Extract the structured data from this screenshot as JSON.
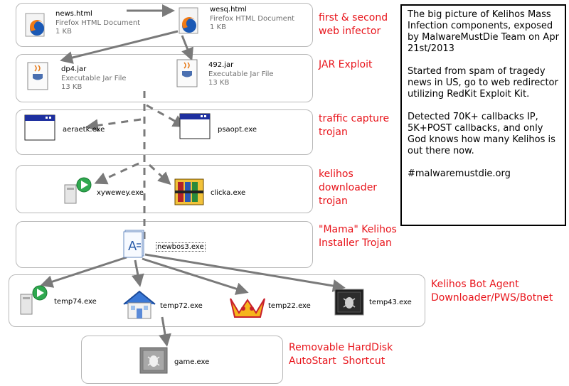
{
  "stages": [
    "first & second\nweb infector",
    "JAR Exploit",
    "traffic capture\ntrojan",
    "kelihos\ndownloader\ntrojan",
    "\"Mama\" Kelihos\nInstaller Trojan",
    "Kelihos Bot Agent\nDownloader/PWS/Botnet",
    "Removable HardDisk\nAutoStart  Shortcut"
  ],
  "files": {
    "news": {
      "name": "news.html",
      "type": "Firefox HTML Document",
      "size": "1 KB"
    },
    "wesq": {
      "name": "wesq.html",
      "type": "Firefox HTML Document",
      "size": "1 KB"
    },
    "dp4": {
      "name": "dp4.jar",
      "type": "Executable Jar File",
      "size": "13 KB"
    },
    "j492": {
      "name": "492.jar",
      "type": "Executable Jar File",
      "size": "13 KB"
    },
    "aeraetk": {
      "name": "aeraetk.exe"
    },
    "psaopt": {
      "name": "psaopt.exe"
    },
    "xywewey": {
      "name": "xywewey.exe"
    },
    "clicka": {
      "name": "clicka.exe"
    },
    "newbos3": {
      "name": "newbos3.exe"
    },
    "temp74": {
      "name": "temp74.exe"
    },
    "temp72": {
      "name": "temp72.exe"
    },
    "temp22": {
      "name": "temp22.exe"
    },
    "temp43": {
      "name": "temp43.exe"
    },
    "game": {
      "name": "game.exe"
    }
  },
  "note": [
    "The big picture of Kelihos Mass Infection components, exposed by MalwareMustDie Team on Apr 21st/2013",
    "Started from spam of tragedy news in US, go to web redirector utilizing RedKit Exploit Kit.",
    "Detected 70K+ callbacks IP, 5K+POST callbacks, and only God knows how many Kelihos is out there now.",
    "#malwaremustdie.org"
  ],
  "colors": {
    "stage_label": "#e8141b",
    "arrow": "#7a7a7a",
    "box_border": "#b8b8b8"
  }
}
